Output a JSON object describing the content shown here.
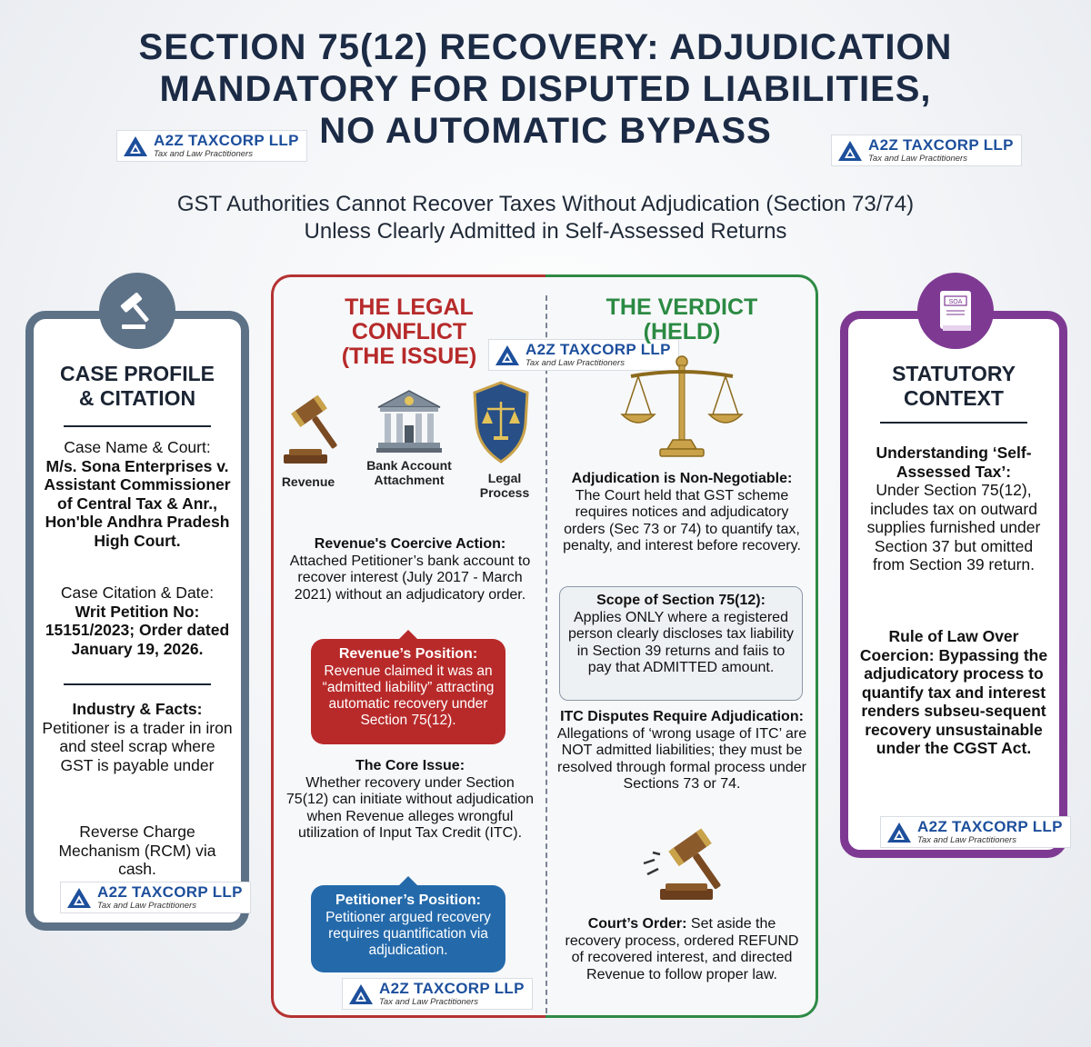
{
  "header": {
    "title_line1": "SECTION 75(12) RECOVERY: ADJUDICATION",
    "title_line2": "MANDATORY FOR DISPUTED LIABILITIES,",
    "title_line3": "NO AUTOMATIC BYPASS",
    "subtitle_line1": "GST Authorities Cannot Recover Taxes Without Adjudication (Section 73/74)",
    "subtitle_line2": "Unless Clearly Admitted in Self-Assessed Returns"
  },
  "logo": {
    "name": "A2Z TAXCORP LLP",
    "tagline": "Tax and Law Practitioners"
  },
  "case_profile": {
    "heading_line1": "CASE PROFILE",
    "heading_line2": "& CITATION",
    "case_name_label": "Case Name & Court:",
    "case_name_value": "M/s. Sona Enterprises v. Assistant Commissioner of Central Tax & Anr., Hon'ble Andhra Pradesh High Court.",
    "citation_label": "Case Citation & Date:",
    "citation_value": "Writ Petition No: 15151/2023; Order dated January 19, 2026.",
    "industry_label": "Industry & Facts:",
    "industry_value": "Petitioner is a trader in iron and steel scrap where GST is payable under",
    "industry_value_2": "Reverse Charge Mechanism (RCM) via cash."
  },
  "legal_conflict": {
    "heading_line1": "THE LEGAL",
    "heading_line2": "CONFLICT",
    "heading_line3": "(THE ISSUE)",
    "icon_revenue": "Revenue",
    "icon_bank_line1": "Bank Account",
    "icon_bank_line2": "Attachment",
    "icon_legal_line1": "Legal",
    "icon_legal_line2": "Process",
    "coercive_label": "Revenue's Coercive Action:",
    "coercive_text": "Attached Petitioner’s bank account to recover interest (July 2017 - March 2021) without an adjudicatory order.",
    "revenue_position_label": "Revenue’s Position:",
    "revenue_position_text": "Revenue claimed it was an “admitted liability” attracting automatic recovery under Section 75(12).",
    "core_issue_label": "The Core Issue:",
    "core_issue_text": "Whether recovery under Section 75(12) can initiate without adjudication when Revenue alleges wrongful utilization of Input Tax Credit (ITC).",
    "petitioner_position_label": "Petitioner’s Position:",
    "petitioner_position_text": "Petitioner argued recovery requires quantification via adjudication."
  },
  "verdict": {
    "heading_line1": "THE VERDICT",
    "heading_line2": "(HELD)",
    "adjudication_label": "Adjudication is Non-Negotiable:",
    "adjudication_text": "The Court held that GST scheme requires notices and adjudicatory orders (Sec 73 or 74) to quantify tax, penalty, and interest before recovery.",
    "scope_label": "Scope of Section 75(12):",
    "scope_text": "Applies ONLY where a registered person clearly discloses tax liability in Section 39 returns and faiis to pay that ADMITTED amount.",
    "itc_label": "ITC Disputes Require Adjudication:",
    "itc_text": "Allegations of ‘wrong usage of ITC’ are NOT admitted liabilities; they must be resolved through formal process under Sections 73 or 74.",
    "order_label": "Court’s Order:",
    "order_text": "Set aside the recovery process, ordered REFUND of recovered interest, and directed Revenue to follow proper law."
  },
  "statutory": {
    "heading_line1": "STATUTORY",
    "heading_line2": "CONTEXT",
    "book_label": "SOA",
    "self_assessed_label": "Understanding ‘Self-Assessed Tax’:",
    "self_assessed_text": "Under Section 75(12), includes tax on outward supplies furnished under Section 37 but omitted from Section 39 return.",
    "rule_label": "Rule of Law Over Coercion:",
    "rule_text": "Bypassing the adjudicatory process to quantify tax and interest renders subseu-sequent recovery unsustainable under the CGST Act."
  },
  "colors": {
    "navy": "#1c2b45",
    "slate": "#5d7287",
    "red": "#b72a2a",
    "green": "#2b8a43",
    "purple": "#7e3a93",
    "blue": "#246aab"
  },
  "icons": [
    "gavel-icon",
    "bank-icon",
    "shield-scales-icon",
    "balance-scales-icon",
    "book-icon",
    "logo-triangle-icon"
  ]
}
